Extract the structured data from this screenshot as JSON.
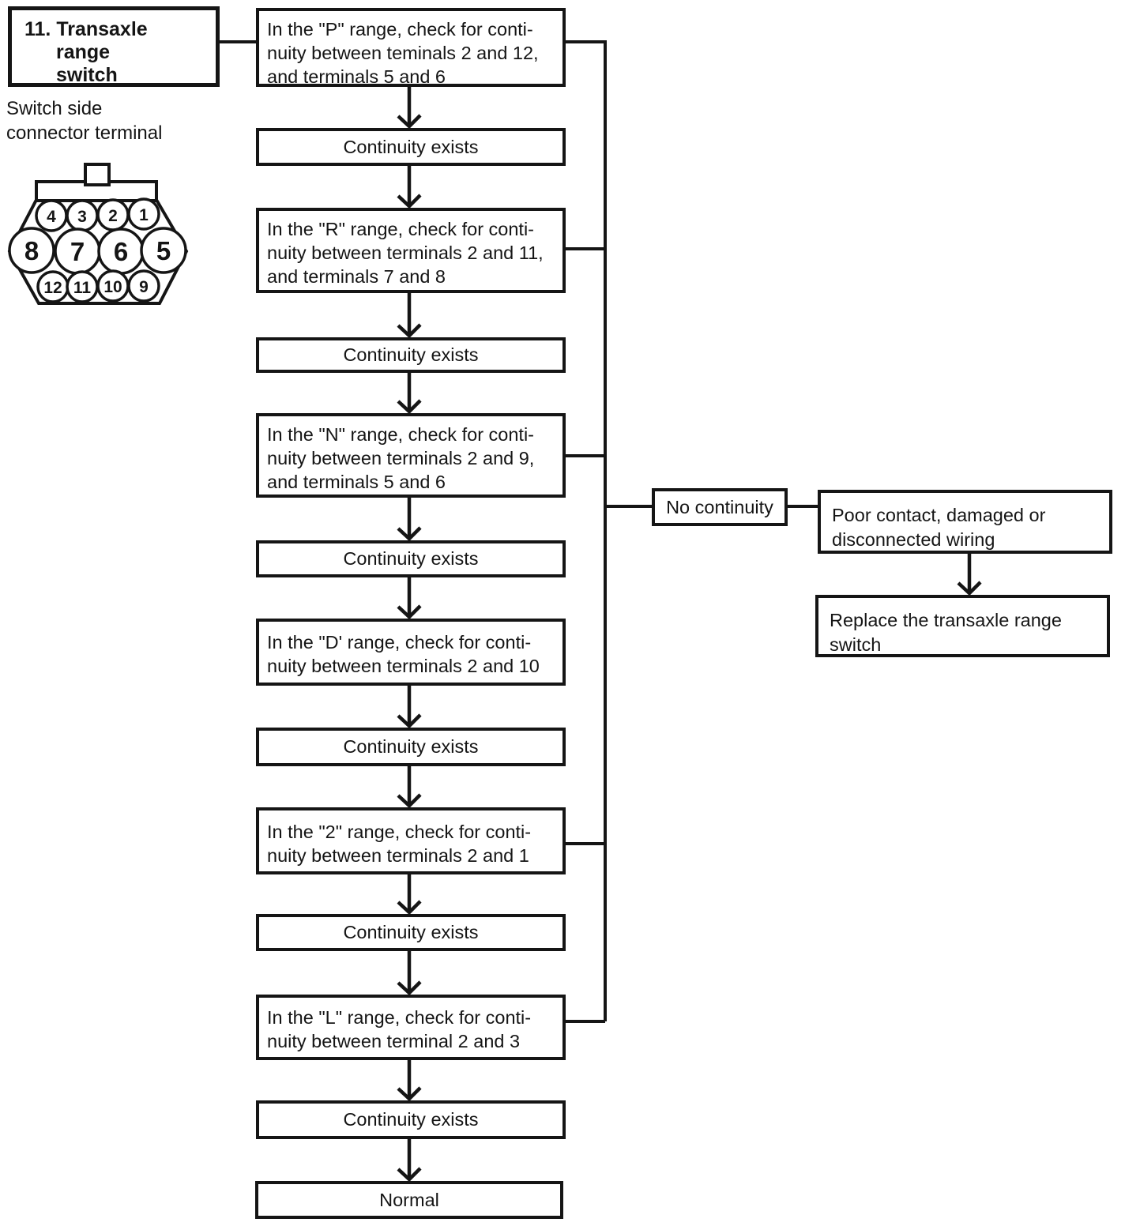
{
  "title_box": {
    "lines": [
      "11. Transaxle",
      "range",
      "switch"
    ]
  },
  "connector_caption": {
    "lines": [
      "Switch side",
      "connector terminal"
    ]
  },
  "connector": {
    "rows": {
      "top": [
        "4",
        "3",
        "2",
        "1"
      ],
      "middle": [
        "8",
        "7",
        "6",
        "5"
      ],
      "bottom": [
        "12",
        "11",
        "10",
        "9"
      ]
    }
  },
  "flow": {
    "check_p": {
      "lines": [
        "In the \"P\" range, check for conti-",
        "nuity between teminals 2 and 12,",
        "and terminals 5 and 6"
      ]
    },
    "continuity_exists": "Continuity exists",
    "check_r": {
      "lines": [
        "In the \"R\" range, check for conti-",
        "nuity between terminals 2 and 11,",
        "and terminals 7 and 8"
      ]
    },
    "check_n": {
      "lines": [
        "In the \"N\" range, check for conti-",
        "nuity between terminals 2 and 9,",
        "and terminals 5 and 6"
      ]
    },
    "check_d": {
      "lines": [
        "In the \"D' range, check for conti-",
        "nuity between terminals 2 and 10"
      ]
    },
    "check_2": {
      "lines": [
        "In the \"2\" range, check for conti-",
        "nuity between terminals 2 and 1"
      ]
    },
    "check_l": {
      "lines": [
        "In the \"L\" range, check for conti-",
        "nuity between terminal 2 and 3"
      ]
    },
    "normal": "Normal",
    "no_continuity": "No continuity",
    "poor_contact": {
      "lines": [
        "Poor contact, damaged or",
        "disconnected wiring"
      ]
    },
    "replace_switch": {
      "lines": [
        "Replace the transaxle range",
        "switch"
      ]
    }
  },
  "colors": {
    "ink": "#151515",
    "background": "#ffffff"
  }
}
